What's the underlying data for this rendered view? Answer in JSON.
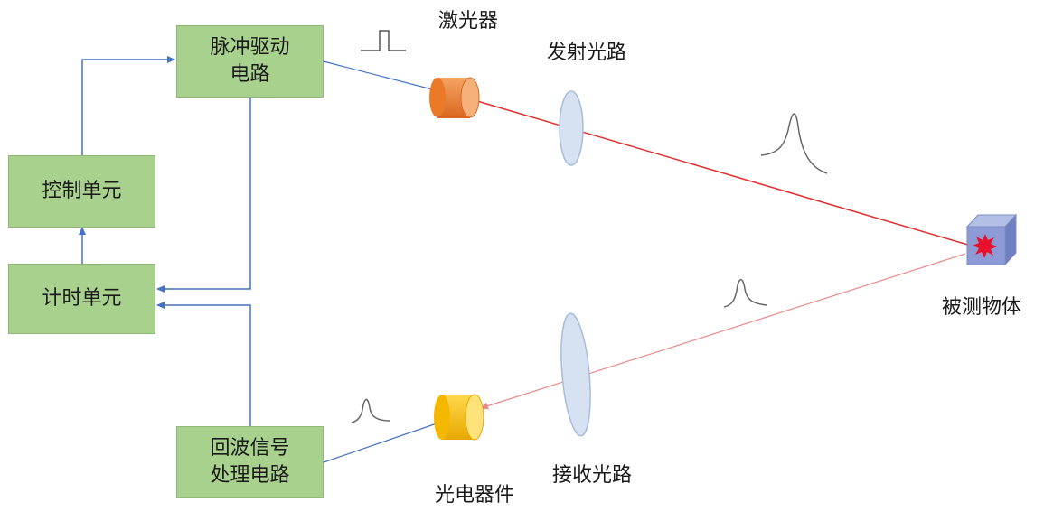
{
  "blocks": {
    "pulse_drive": {
      "line1": "脉冲驱动",
      "line2": "电路"
    },
    "control_unit": "控制单元",
    "timer_unit": "计时单元",
    "echo_processing": {
      "line1": "回波信号",
      "line2": "处理电路"
    }
  },
  "components": {
    "laser": "激光器",
    "tx_optics": "发射光路",
    "target": "被测物体",
    "photodetector": "光电器件",
    "rx_optics": "接收光路"
  },
  "colors": {
    "block_fill": "#a9d18e",
    "connector": "#4472c4",
    "laser_beam": "#e03030",
    "return_beam": "#e88a8a",
    "laser_body": "#ed7d31",
    "detector_body": "#ffc000",
    "lens": "#d6e2f2",
    "target_cube": "#8c9bd6"
  }
}
